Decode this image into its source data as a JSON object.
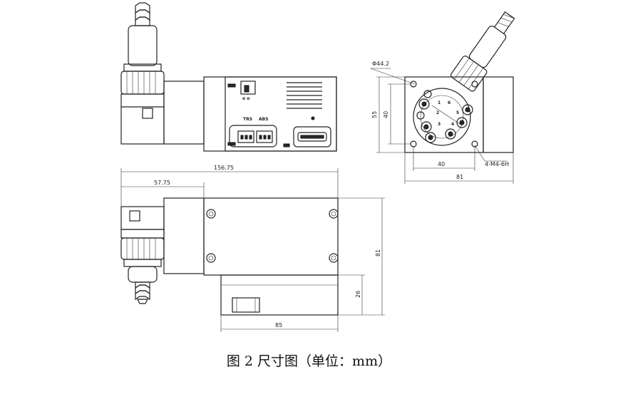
{
  "figure": {
    "caption": "图 2  尺寸图（单位：mm）"
  },
  "top_view": {
    "connector_labels": {
      "left": "TRS",
      "right": "ABS"
    }
  },
  "side_view": {
    "dim_diameter": "Φ44.2",
    "dim_height_outer": "55",
    "dim_height_inner": "40",
    "dim_bottom_inner": "40",
    "dim_bottom_outer": "81",
    "dim_holes": "4-M4-6H",
    "port_numbers": [
      "1",
      "2",
      "3",
      "4",
      "5",
      "6"
    ]
  },
  "bottom_view": {
    "dim_total_length": "156.75",
    "dim_left_offset": "57.75",
    "dim_height": "81",
    "dim_step": "26",
    "dim_base_width": "85"
  }
}
